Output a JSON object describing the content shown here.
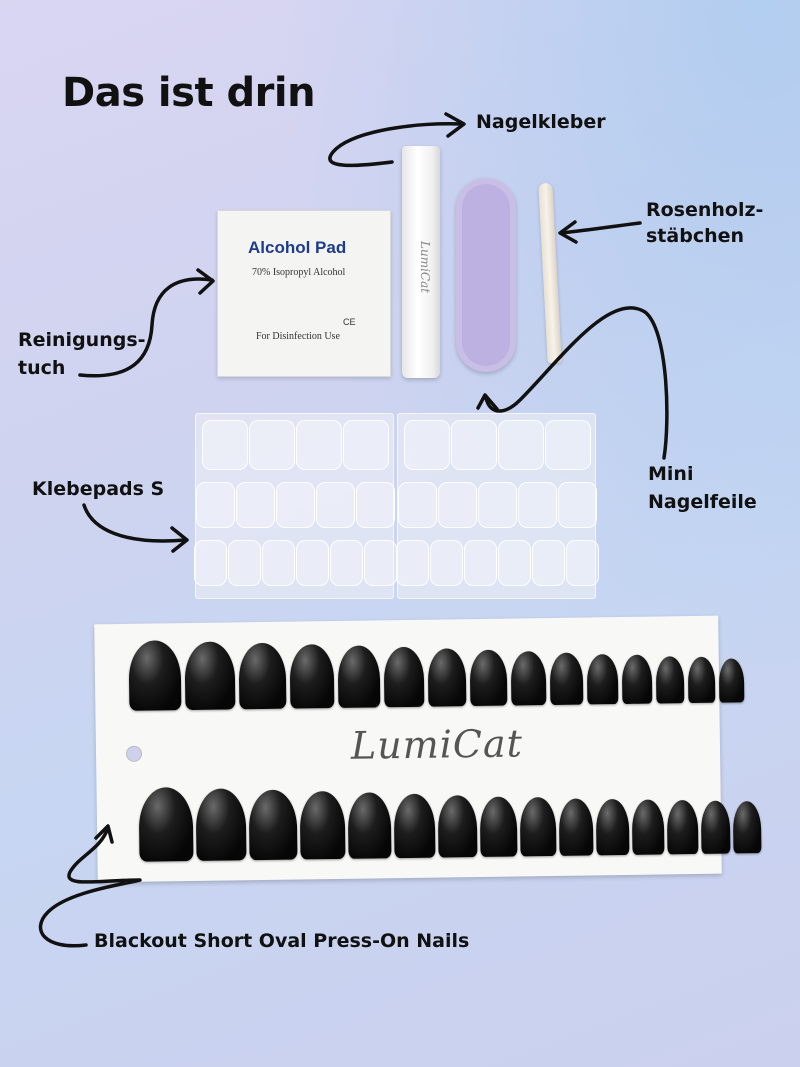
{
  "heading": "Das ist drin",
  "labels": {
    "nagelkleber": "Nagelkleber",
    "rosenholz_1": "Rosenholz-",
    "rosenholz_2": "stäbchen",
    "reinigung_1": "Reinigungs-",
    "reinigung_2": "tuch",
    "klebepads": "Klebepads S",
    "mini": "Mini",
    "nagelfeile": "Nagelfeile",
    "nails": "Blackout Short Oval Press-On Nails"
  },
  "wipe": {
    "title": "Alcohol  Pad",
    "subtitle": "70% Isopropyl Alcohol",
    "ce": "CE",
    "usage": "For Disinfection Use"
  },
  "brand": "LumiCat",
  "colors": {
    "background": "#cfd3f0",
    "file": "#c9bfe6",
    "wipe_title": "#1d3b8f",
    "nails": "#0a0a0a"
  }
}
